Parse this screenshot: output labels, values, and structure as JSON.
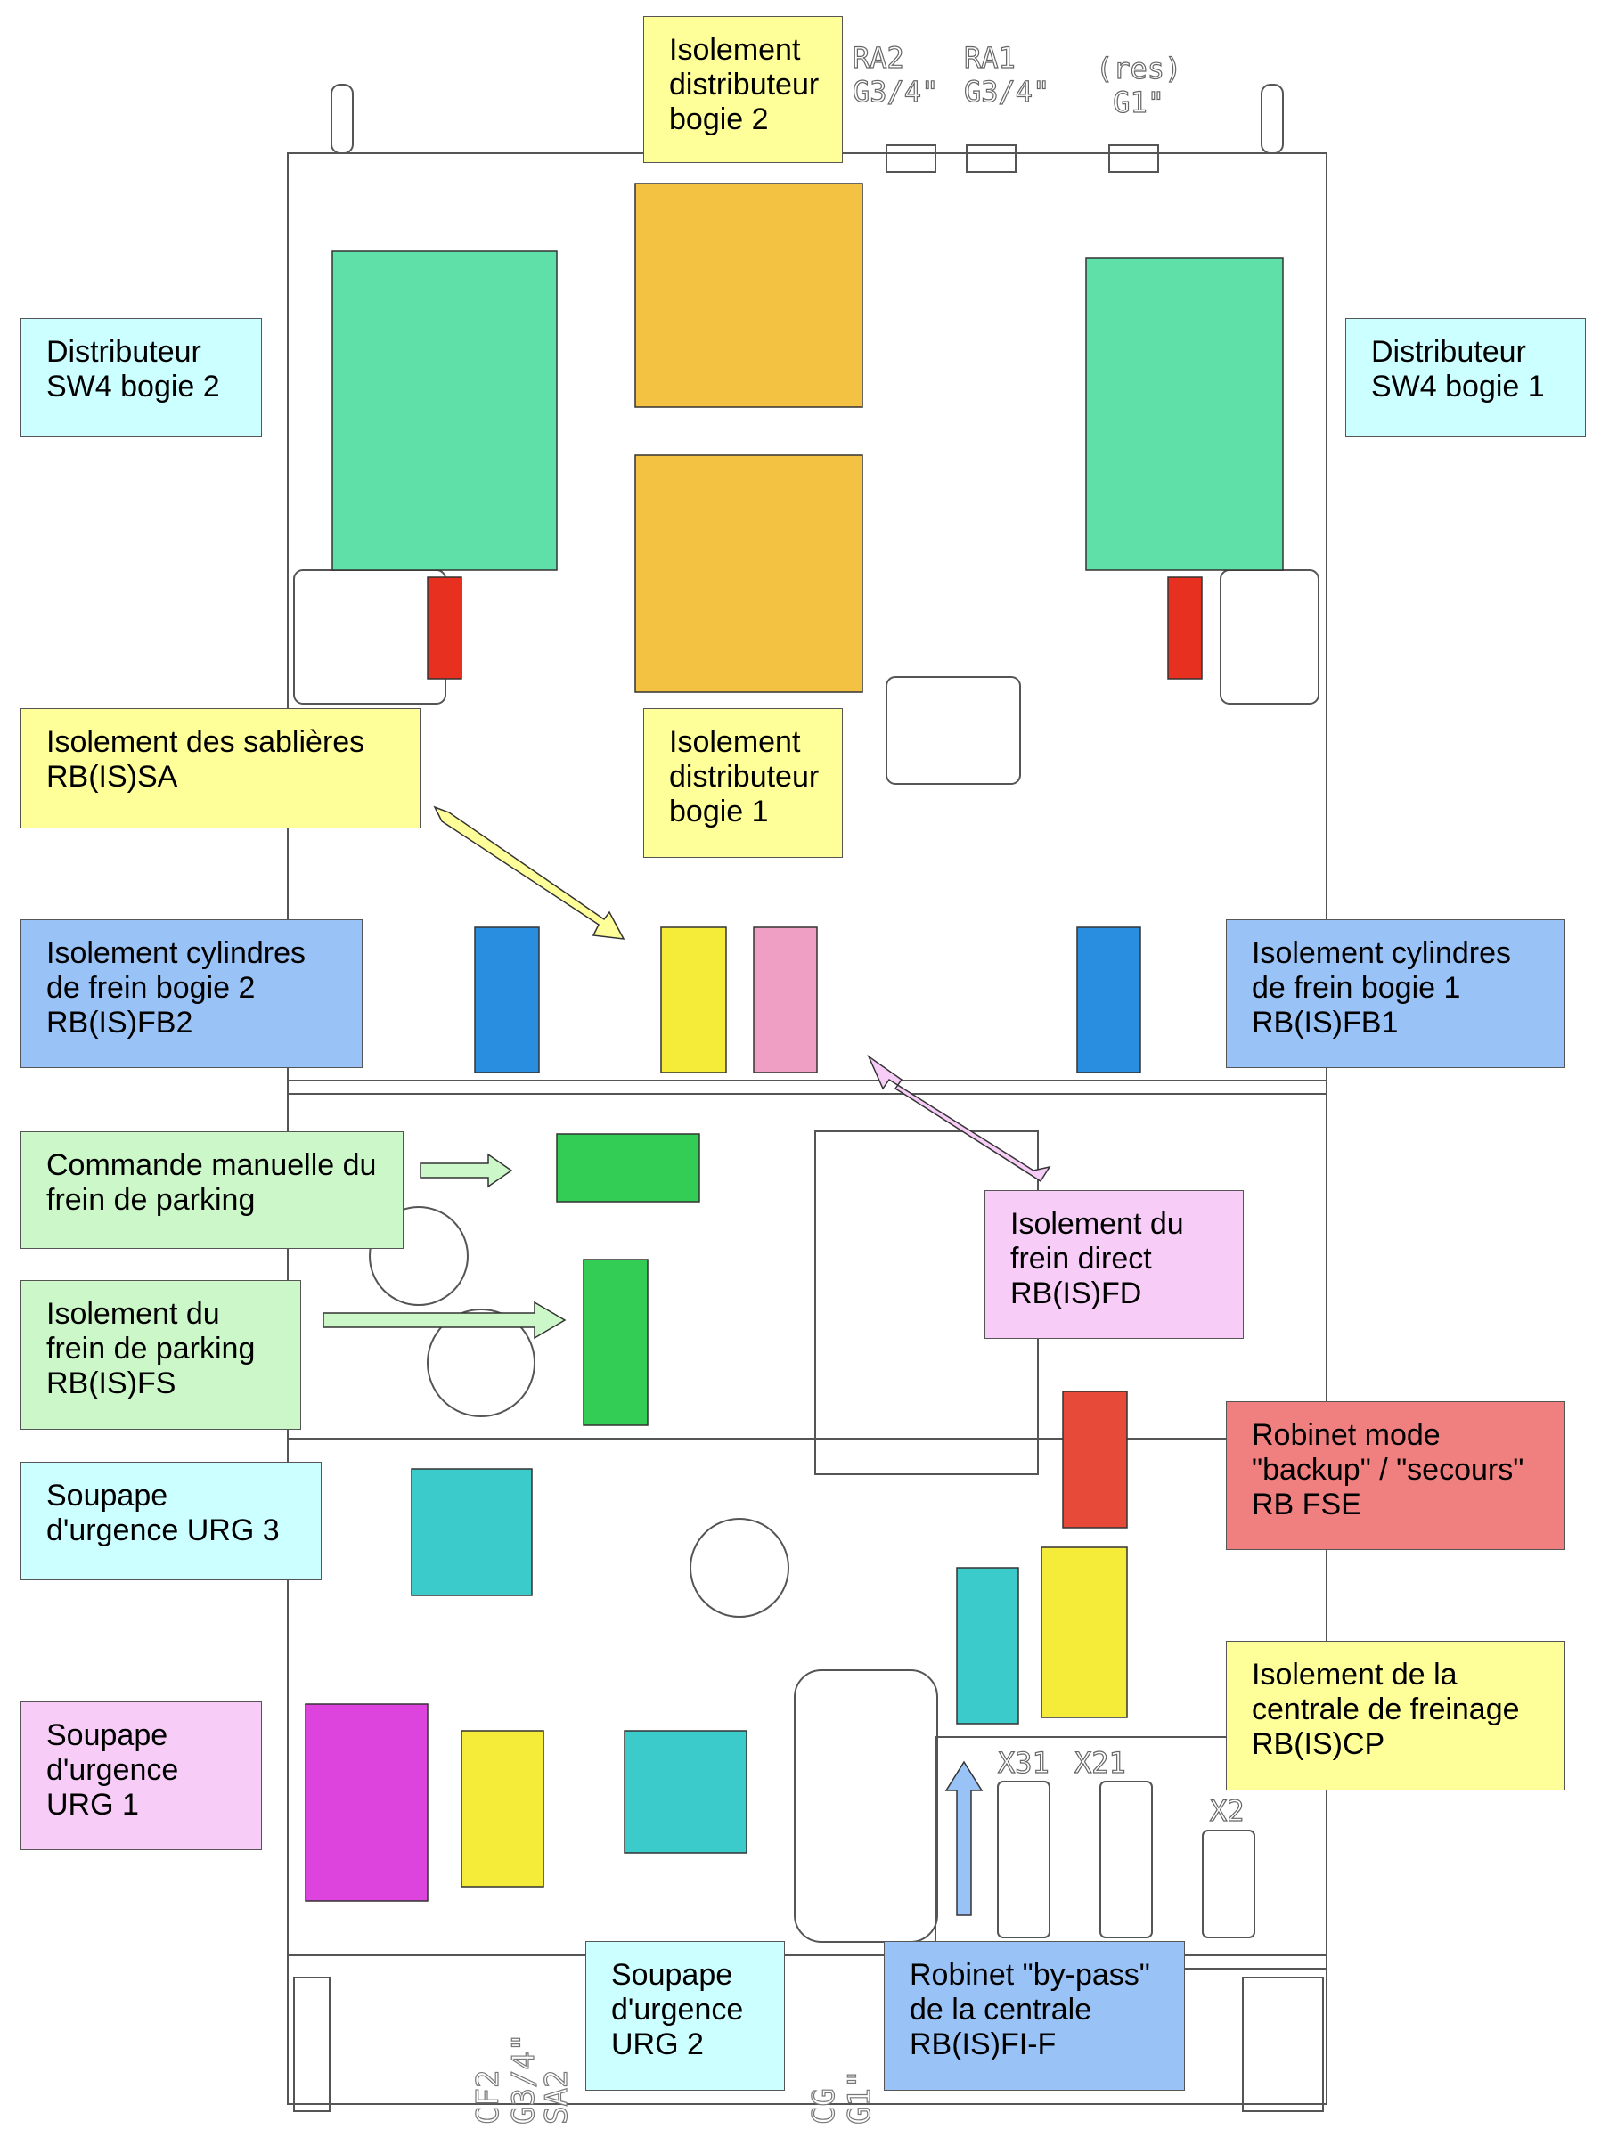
{
  "ports_top": [
    {
      "name": "RA2",
      "thread": "G3/4\""
    },
    {
      "name": "RA1",
      "thread": "G3/4\""
    },
    {
      "name": "(res)",
      "thread": "G1\""
    }
  ],
  "ports_bottom": [
    "CF2",
    "G3/4\"",
    "SA2",
    "CG",
    "G1\""
  ],
  "connectors": [
    "X31",
    "X21",
    "X2"
  ],
  "labels": {
    "isol_distrib_b2": "Isolement\ndistributeur\nbogie 2",
    "sw4_b2": "Distributeur\nSW4 bogie 2",
    "sw4_b1": "Distributeur\nSW4 bogie 1",
    "sablieres": "Isolement des sablières\nRB(IS)SA",
    "isol_distrib_b1": "Isolement\ndistributeur\nbogie 1",
    "cyl_b2": "Isolement cylindres\nde frein bogie 2\nRB(IS)FB2",
    "cyl_b1": "Isolement cylindres\nde frein bogie 1\nRB(IS)FB1",
    "cmd_parking": "Commande manuelle du\nfrein de parking",
    "frein_direct": "Isolement du\nfrein direct\nRB(IS)FD",
    "isol_parking": "Isolement du\nfrein de parking\nRB(IS)FS",
    "backup": "Robinet mode\n\"backup\" / \"secours\"\nRB FSE",
    "urg3": "Soupape\nd'urgence URG 3",
    "centrale": "Isolement de la\ncentrale de freinage\nRB(IS)CP",
    "urg1": "Soupape\nd'urgence\nURG 1",
    "urg2": "Soupape\nd'urgence\nURG 2",
    "bypass": "Robinet \"by-pass\"\nde la centrale\nRB(IS)FI-F"
  },
  "colors": {
    "label_yellow": "#ffff99",
    "label_cyan": "#ccffff",
    "label_blue": "#99c2f7",
    "label_green": "#ccf7c8",
    "label_pink": "#f7ccf7",
    "label_red": "#f08080",
    "distributor_yellow": "#f4c242",
    "sw4_green": "#5fe0a8",
    "cylinder_blue": "#2a8ee0",
    "valve_yellow": "#f5ec3a",
    "valve_pink": "#ef9ec4",
    "parking_green": "#33cc55",
    "backup_red": "#e84a3a",
    "urg_cyan": "#3ccbcb",
    "urg1_magenta": "#dd44dd",
    "handle_red": "#e83020"
  }
}
